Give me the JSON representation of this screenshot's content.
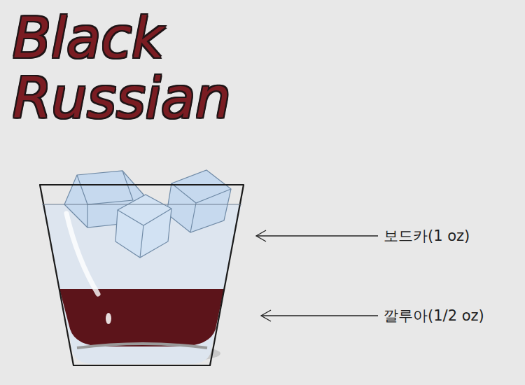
{
  "diagram": {
    "title": "Black Russian",
    "labels": [
      "보드카(1 oz)",
      "깔루아(1/2 oz)"
    ]
  }
}
